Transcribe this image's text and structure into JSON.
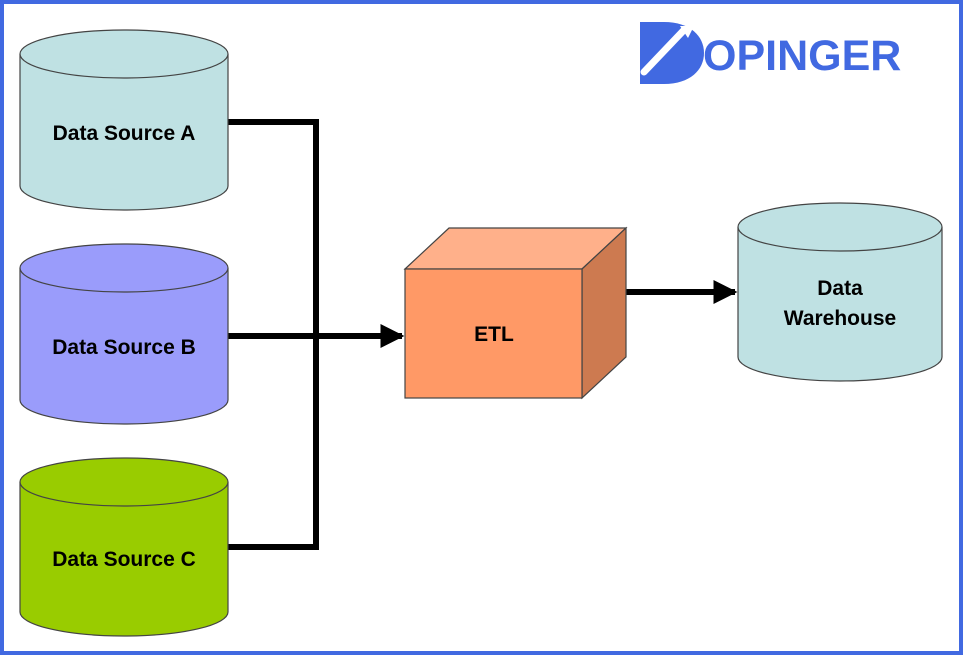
{
  "brand": {
    "name": "OPINGER",
    "color": "#4169e1"
  },
  "sources": [
    {
      "label": "Data Source A",
      "color": "#bfe1e3"
    },
    {
      "label": "Data Source B",
      "color": "#9a9cfb"
    },
    {
      "label": "Data Source C",
      "color": "#99cc00"
    }
  ],
  "etl": {
    "label": "ETL",
    "color": "#ff9966"
  },
  "warehouse": {
    "label_line1": "Data",
    "label_line2": "Warehouse",
    "color": "#bfe1e3"
  },
  "colors": {
    "frame": "#4169e1",
    "connector": "#000000"
  }
}
